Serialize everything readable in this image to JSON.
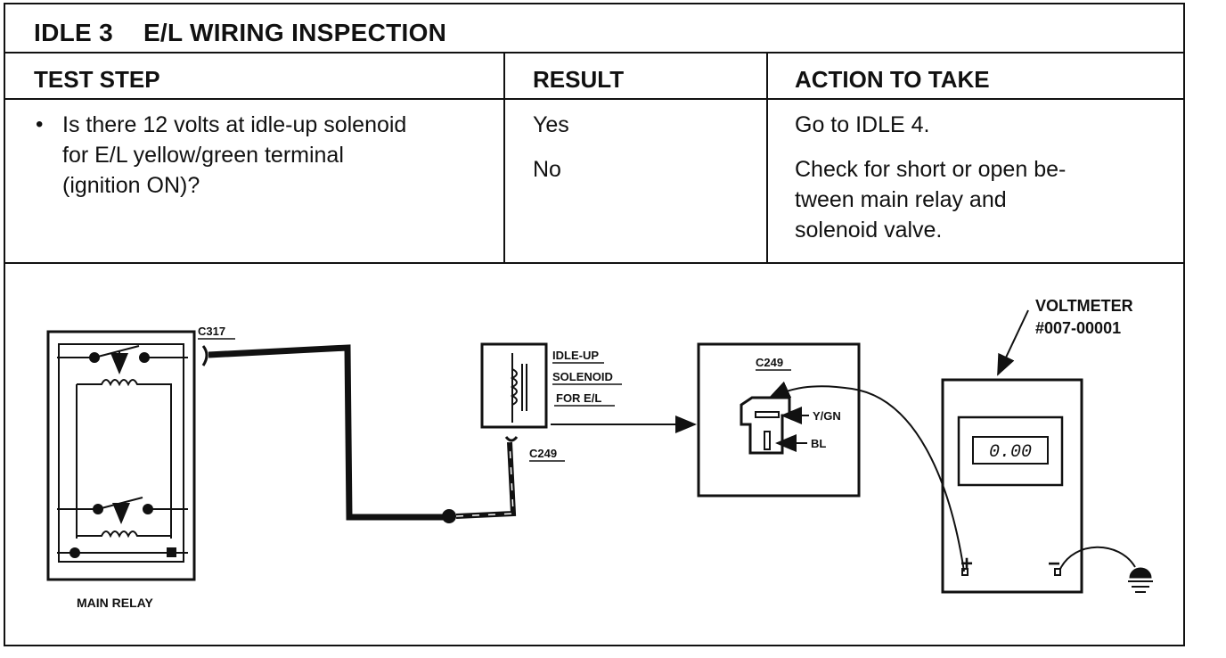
{
  "header": {
    "procedure": "IDLE",
    "step_number": "3",
    "title": "E/L WIRING INSPECTION"
  },
  "table": {
    "columns": [
      "TEST STEP",
      "RESULT",
      "ACTION TO TAKE"
    ],
    "row": {
      "bullet": "•",
      "test_step_lines": [
        "Is there 12 volts at idle-up solenoid",
        "for E/L yellow/green terminal",
        "(ignition ON)?"
      ],
      "results": [
        "Yes",
        "No"
      ],
      "actions": [
        [
          "Go to IDLE 4."
        ],
        [
          "Check for short or open be-",
          "tween main relay and",
          "solenoid valve."
        ]
      ]
    }
  },
  "diagram": {
    "main_relay_label": "MAIN RELAY",
    "connector_c317": "C317",
    "connector_c249_solenoid": "C249",
    "solenoid_label_lines": [
      "IDLE-UP",
      "SOLENOID",
      "FOR E/L"
    ],
    "connector_detail_label": "C249",
    "wire_yellow_green": "Y/GN",
    "wire_blue": "BL",
    "voltmeter_label_lines": [
      "VOLTMETER",
      "#007-00001"
    ],
    "voltmeter_reading": "0.00",
    "positive_terminal": "+",
    "negative_terminal": "−"
  }
}
